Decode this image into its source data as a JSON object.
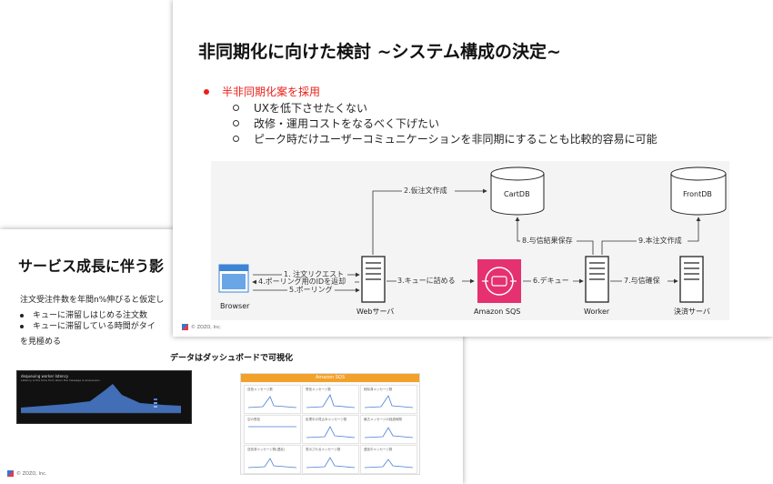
{
  "back_slide": {
    "title": "サービス成長に伴う影",
    "body_intro": "注文受注件数を年間n%伸びると仮定し",
    "bullets": [
      "キューに滞留しはじめる注文数",
      "キューに滞留している時間がタイ"
    ],
    "body_outro": "を見極める",
    "dashboard_caption": "データはダッシュボードで可視化",
    "dark_panel": {
      "title": "dequeuing worker latency",
      "subtitle": "Latency is the time from when the message is enqueued..."
    },
    "sqs_panel": {
      "header": "Amazon SQS",
      "cells": [
        "送信メッセージ数",
        "受信メッセージ数",
        "削除済メッセージ数",
        "空の受信",
        "処理中の見込みメッセージ数",
        "最古メッセージの経過時間",
        "送信済メッセージ数(遅延)",
        "表示されるメッセージ数",
        "遅延中メッセージ数"
      ]
    },
    "footer": "© ZOZO, Inc."
  },
  "front_slide": {
    "title": "非同期化に向けた検討 ~システム構成の決定~",
    "bullet_main": "半非同期化案を採用",
    "sub_bullets": [
      "UXを低下させたくない",
      "改修・運用コストをなるべく下げたい",
      "ピーク時だけユーザーコミュニケーションを非同期にすることも比較的容易に可能"
    ],
    "footer": "© ZOZO, Inc."
  },
  "diagram": {
    "nodes": {
      "browser": "Browser",
      "web": "Webサーバ",
      "sqs": "Amazon SQS",
      "worker": "Worker",
      "payment": "決済サーバ",
      "cartdb": "CartDB",
      "frontdb": "FrontDB"
    },
    "edges": {
      "e1": "1. 注文リクエスト",
      "e2": "2.仮注文作成",
      "e3": "3.キューに詰める",
      "e4": "4.ポーリング用のIDを返却",
      "e5": "5.ポーリング",
      "e6": "6.デキュー",
      "e7": "7.与信確保",
      "e8": "8.与信結果保存",
      "e9": "9.本注文作成"
    }
  },
  "colors": {
    "accent_red": "#e8211a",
    "sqs_pink": "#e5316f",
    "browser_blue": "#3c84d6",
    "dashboard_orange": "#f2a12b"
  }
}
